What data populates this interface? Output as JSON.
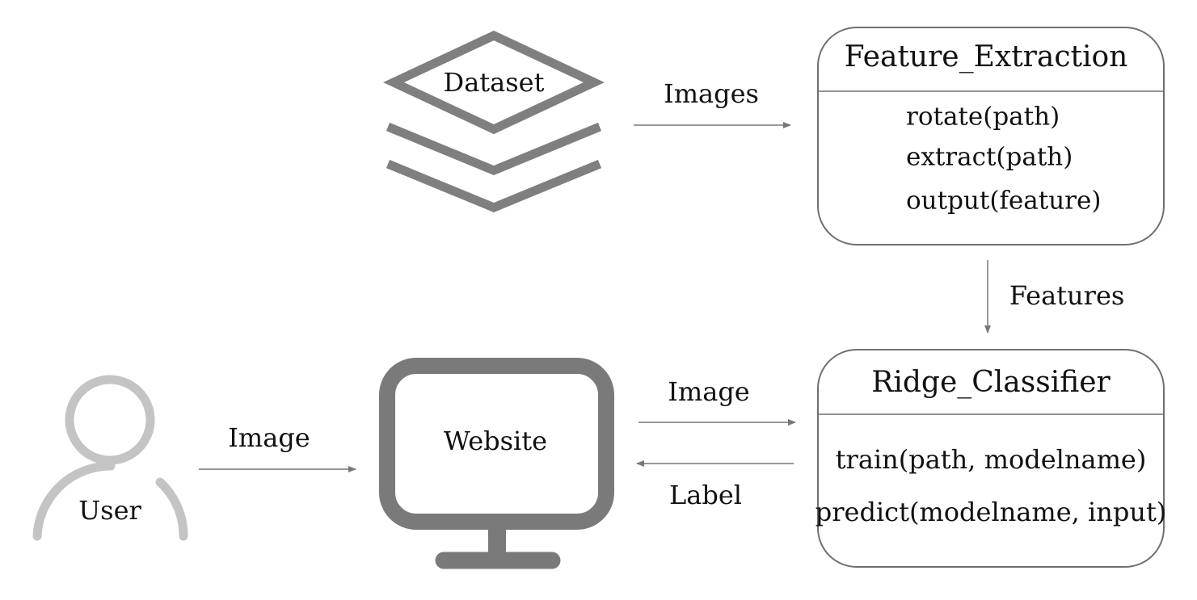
{
  "colors": {
    "dark_gray": "#7a7a7a",
    "light_gray": "#c4c4c4",
    "box_border": "#6e6e6e",
    "arrow": "#777777",
    "text": "#111111"
  },
  "nodes": {
    "dataset": {
      "label": "Dataset",
      "icon": "layers-icon"
    },
    "user": {
      "label": "User",
      "icon": "person-icon"
    },
    "website": {
      "label": "Website",
      "icon": "monitor-icon"
    },
    "feature_extraction": {
      "title": "Feature_Extraction",
      "methods": [
        "rotate(path)",
        "extract(path)",
        "output(feature)"
      ]
    },
    "ridge_classifier": {
      "title": "Ridge_Classifier",
      "methods": [
        "train(path, modelname)",
        "predict(modelname, input)"
      ]
    }
  },
  "edges": {
    "dataset_to_feature": "Images",
    "feature_to_ridge": "Features",
    "user_to_website": "Image",
    "website_to_ridge": "Image",
    "ridge_to_website": "Label"
  }
}
